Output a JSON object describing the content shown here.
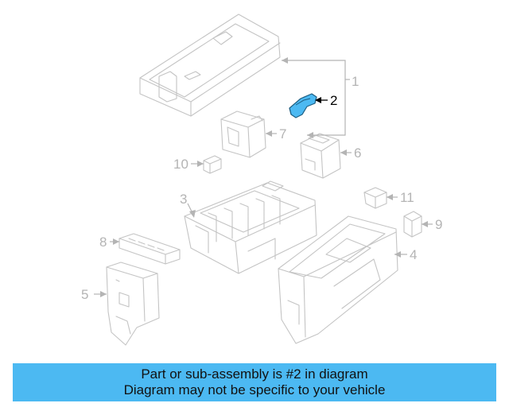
{
  "callouts": {
    "c1": "1",
    "c2": "2",
    "c3": "3",
    "c4": "4",
    "c5": "5",
    "c6": "6",
    "c7": "7",
    "c8": "8",
    "c9": "9",
    "c10": "10",
    "c11": "11"
  },
  "highlight_color": "#4cb9f2",
  "banner": {
    "line1": "Part or sub-assembly is #2 in diagram",
    "line2": "Diagram may not be specific to your vehicle",
    "background": "#4cb9f2"
  }
}
